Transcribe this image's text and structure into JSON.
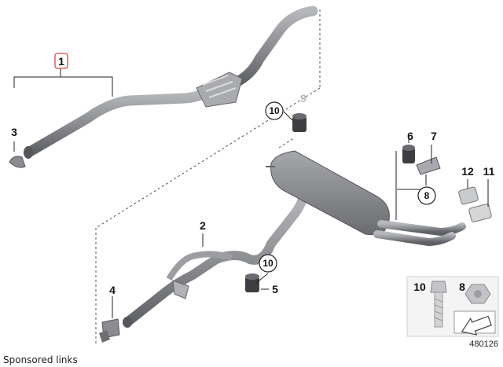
{
  "callouts": {
    "c1": "1",
    "c2": "2",
    "c3": "3",
    "c4": "4",
    "c5": "5",
    "c6": "6",
    "c7": "7",
    "c8": "8",
    "c9": "9",
    "c10a": "10",
    "c10b": "10",
    "c11": "11",
    "c12": "12"
  },
  "legend": {
    "bolt_label": "10",
    "nut_label": "8"
  },
  "figure_id": "480126",
  "footer": {
    "sponsored": "Sponsored links"
  },
  "colors": {
    "pipe": "#8d8f93",
    "pipe_dark": "#6f7176",
    "highlight": "#e0463f",
    "faded": "#b9b9b9"
  }
}
